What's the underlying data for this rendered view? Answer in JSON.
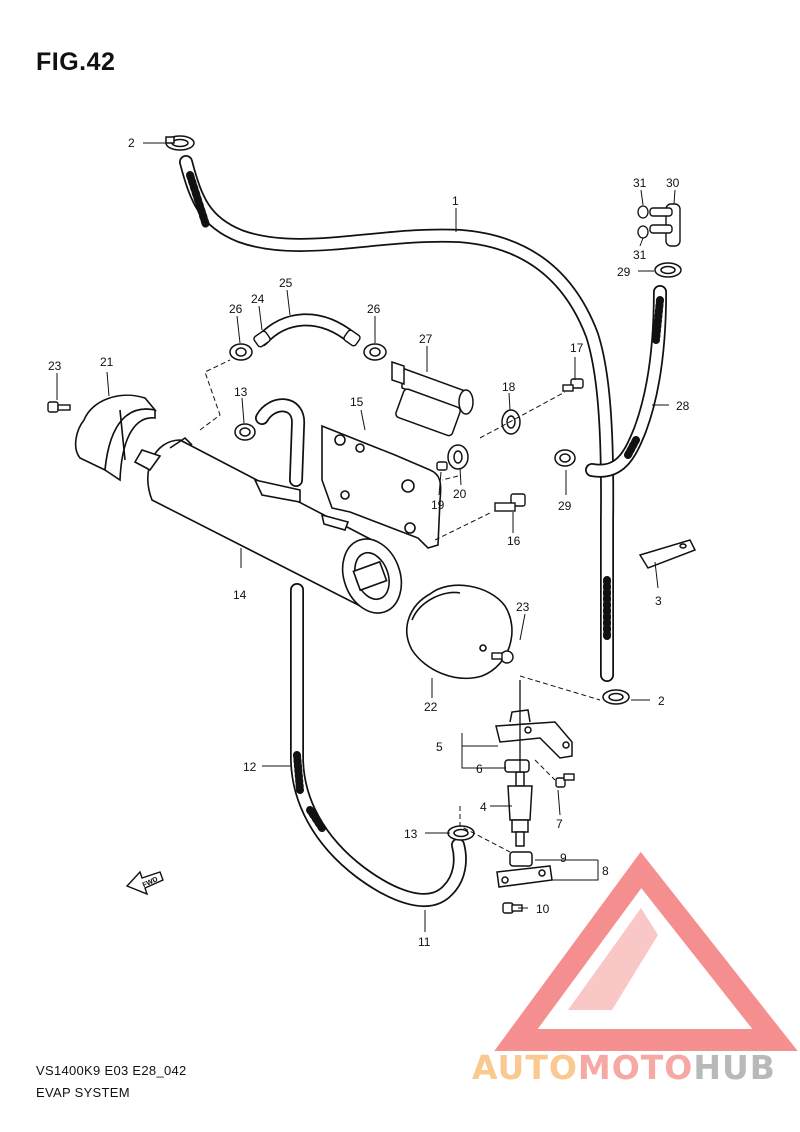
{
  "figure": {
    "title": "FIG.42",
    "code": "VS1400K9 E03 E28_042",
    "name": "EVAP SYSTEM"
  },
  "watermark": {
    "segments": [
      {
        "text": "AUTO",
        "color": "#f9c98f"
      },
      {
        "text": "MOTO",
        "color": "#f6a8a4"
      },
      {
        "text": "HUB",
        "color": "#b9b9b9"
      }
    ],
    "logo_color": "#ee3333"
  },
  "fwd_label": "FWD",
  "callouts": [
    {
      "id": "c1",
      "text": "1"
    },
    {
      "id": "c2a",
      "text": "2"
    },
    {
      "id": "c2b",
      "text": "2"
    },
    {
      "id": "c3",
      "text": "3"
    },
    {
      "id": "c4",
      "text": "4"
    },
    {
      "id": "c5",
      "text": "5"
    },
    {
      "id": "c6",
      "text": "6"
    },
    {
      "id": "c7",
      "text": "7"
    },
    {
      "id": "c8",
      "text": "8"
    },
    {
      "id": "c9",
      "text": "9"
    },
    {
      "id": "c10",
      "text": "10"
    },
    {
      "id": "c11",
      "text": "11"
    },
    {
      "id": "c12",
      "text": "12"
    },
    {
      "id": "c13a",
      "text": "13"
    },
    {
      "id": "c13b",
      "text": "13"
    },
    {
      "id": "c14",
      "text": "14"
    },
    {
      "id": "c15",
      "text": "15"
    },
    {
      "id": "c16",
      "text": "16"
    },
    {
      "id": "c17",
      "text": "17"
    },
    {
      "id": "c18",
      "text": "18"
    },
    {
      "id": "c19",
      "text": "19"
    },
    {
      "id": "c20",
      "text": "20"
    },
    {
      "id": "c21",
      "text": "21"
    },
    {
      "id": "c22",
      "text": "22"
    },
    {
      "id": "c23a",
      "text": "23"
    },
    {
      "id": "c23b",
      "text": "23"
    },
    {
      "id": "c24",
      "text": "24"
    },
    {
      "id": "c25",
      "text": "25"
    },
    {
      "id": "c26a",
      "text": "26"
    },
    {
      "id": "c26b",
      "text": "26"
    },
    {
      "id": "c27",
      "text": "27"
    },
    {
      "id": "c28",
      "text": "28"
    },
    {
      "id": "c29a",
      "text": "29"
    },
    {
      "id": "c29b",
      "text": "29"
    },
    {
      "id": "c30",
      "text": "30"
    },
    {
      "id": "c31a",
      "text": "31"
    },
    {
      "id": "c31b",
      "text": "31"
    }
  ]
}
